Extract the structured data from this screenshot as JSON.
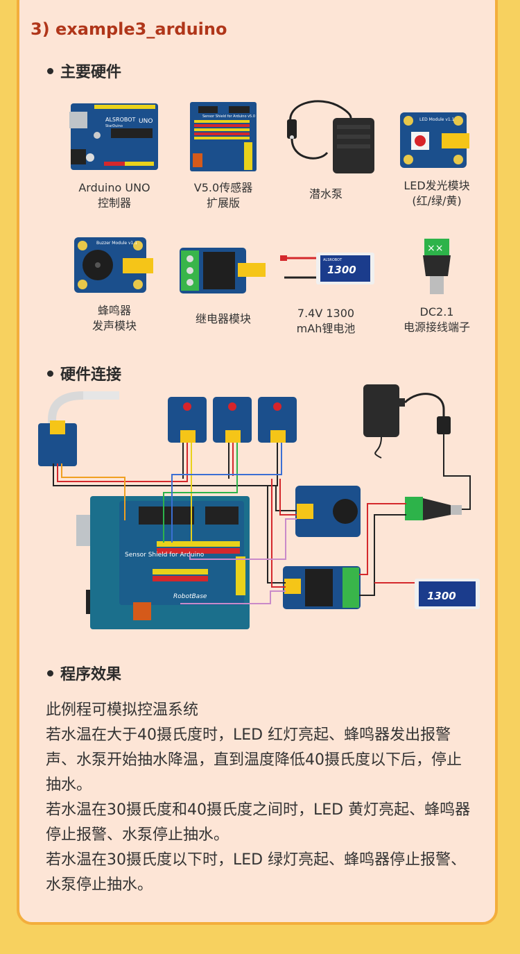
{
  "title": "3) example3_arduino",
  "sections": {
    "hardware": "主要硬件",
    "wiring": "硬件连接",
    "effect": "程序效果"
  },
  "hardware_items": [
    {
      "caption": "Arduino UNO\n控制器",
      "icon": "arduino-uno-board"
    },
    {
      "caption": "V5.0传感器\n扩展版",
      "icon": "sensor-shield-board"
    },
    {
      "caption": "潜水泵",
      "icon": "water-pump"
    },
    {
      "caption": "LED发光模块\n(红/绿/黄)",
      "icon": "led-module"
    },
    {
      "caption": "蜂鸣器\n发声模块",
      "icon": "buzzer-module"
    },
    {
      "caption": "继电器模块",
      "icon": "relay-module"
    },
    {
      "caption": "7.4V 1300\nmAh锂电池",
      "icon": "lithium-battery"
    },
    {
      "caption": "DC2.1\n电源接线端子",
      "icon": "dc-power-connector"
    }
  ],
  "effect_lines": [
    "此例程可模拟控温系统",
    "若水温在大于40摄氏度时，LED 红灯亮起、蜂鸣器发出报警声、水泵开始抽水降温，直到温度降低40摄氏度以下后，停止抽水。",
    "若水温在30摄氏度和40摄氏度之间时，LED 黄灯亮起、蜂鸣器停止报警、水泵停止抽水。",
    "若水温在30摄氏度以下时，LED 绿灯亮起、蜂鸣器停止报警、水泵停止抽水。"
  ],
  "labels": {
    "board_uno": "UNO",
    "board_alsrobot": "ALSROBOT",
    "board_starduino": "StarDuino",
    "shield_title": "Sensor Shield for Arduino v5.0",
    "led_module": "LED Module v1.1",
    "buzzer_module": "Buzzer Module v1.1",
    "battery_value": "1300",
    "battery_brand": "ALSROBOT",
    "wiring_shield_title": "Sensor Shield for Arduino",
    "wiring_shield_brand": "RobotBase"
  },
  "colors": {
    "accent": "#b0361a",
    "card_bg": "#fde5d6",
    "card_border": "#f3ae3c",
    "page_bg": "#f7d15f",
    "board_blue": "#1b4f8c"
  }
}
